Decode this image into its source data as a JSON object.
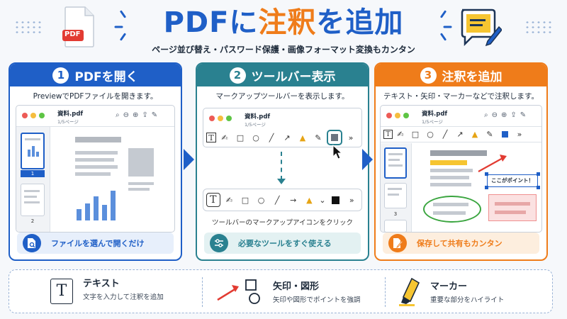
{
  "header": {
    "title_pre": "PDF",
    "title_mid": "に",
    "title_hl": "注釈",
    "title_post": "を追加",
    "subtitle": "ページ並び替え・パスワード保護・画像フォーマット変換もカンタン",
    "pdf_badge": "PDF"
  },
  "steps": [
    {
      "num": "1",
      "title": "PDFを開く",
      "desc": "PreviewでPDFファイルを開きます。",
      "file_name": "資料.pdf",
      "file_pages": "1/5ページ",
      "thumb_labels": [
        "1",
        "2"
      ],
      "footer": "ファイルを選んで開くだけ"
    },
    {
      "num": "2",
      "title": "ツールバー表示",
      "desc": "マークアップツールバーを表示します。",
      "file_name": "資料.pdf",
      "file_pages": "1/5ページ",
      "caption": "ツールバーのマークアップアイコンをクリック",
      "footer": "必要なツールをすぐ使える"
    },
    {
      "num": "3",
      "title": "注釈を追加",
      "desc": "テキスト・矢印・マーカーなどで注釈します。",
      "file_name": "資料.pdf",
      "file_pages": "1/5ページ",
      "thumb_labels": [
        "3"
      ],
      "callout": "ここがポイント！",
      "footer": "保存して共有もカンタン"
    }
  ],
  "features": [
    {
      "icon": "text-icon",
      "title": "テキスト",
      "desc": "文字を入力して注釈を追加"
    },
    {
      "icon": "arrow-shape-icon",
      "title": "矢印・図形",
      "desc": "矢印や図形でポイントを強調"
    },
    {
      "icon": "marker-icon",
      "title": "マーカー",
      "desc": "重要な部分をハイライト"
    }
  ],
  "colors": {
    "blue": "#1f5fc7",
    "teal": "#2a8190",
    "orange": "#ef7c1a",
    "red": "#e23b32",
    "yellow": "#f6c531",
    "green": "#3aa53f"
  }
}
